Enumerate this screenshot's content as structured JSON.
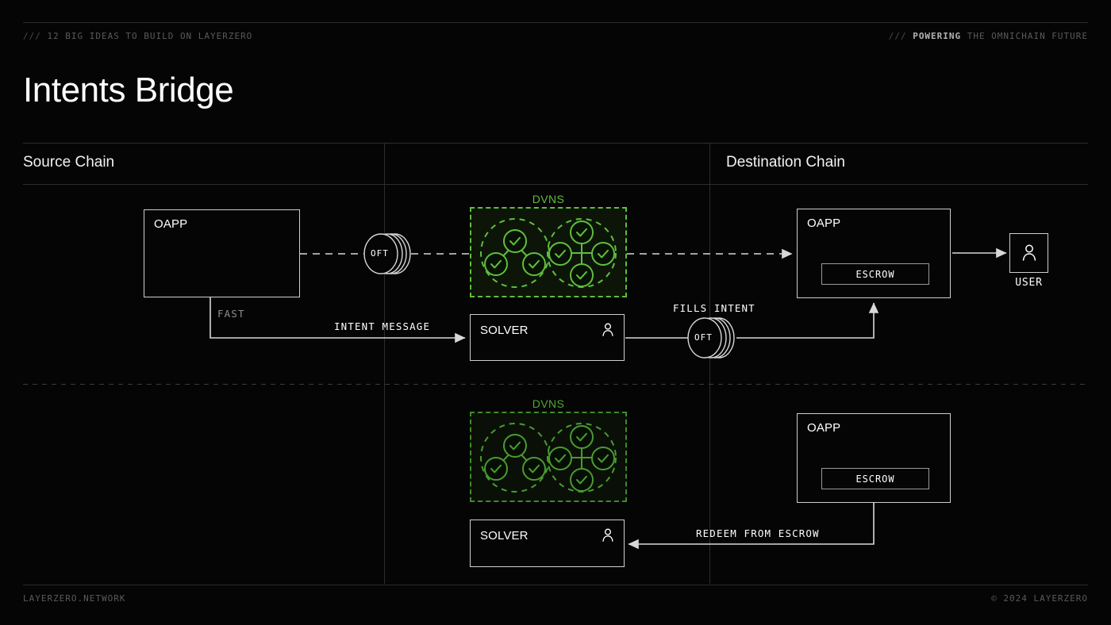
{
  "header": {
    "left_slashes": "///",
    "left_text": "12 BIG IDEAS TO BUILD ON LAYERZERO",
    "right_slashes": "///",
    "right_strong": "POWERING",
    "right_rest": "THE OMNICHAIN FUTURE"
  },
  "footer": {
    "left": "LAYERZERO.NETWORK",
    "right": "© 2024 LAYERZERO"
  },
  "title": "Intents Bridge",
  "columns": {
    "source": "Source Chain",
    "destination": "Destination Chain"
  },
  "colors": {
    "background": "#050505",
    "stroke": "#cfcfcf",
    "accent_green": "#5fbf3d",
    "accent_green_dim": "#3f8c2a",
    "rule": "#2d2d2d",
    "dim_text": "#8e8e8e"
  },
  "top_flow": {
    "source_oapp": {
      "title": "OAPP"
    },
    "oft_token": {
      "label": "OFT"
    },
    "dvns": {
      "title": "DVNS"
    },
    "dest_oapp": {
      "title": "OAPP",
      "escrow": "ESCROW"
    },
    "user": {
      "caption": "USER",
      "icon": "person-icon"
    },
    "fast_label": "FAST",
    "intent_message_label": "INTENT MESSAGE",
    "solver": {
      "title": "SOLVER",
      "icon": "person-icon"
    },
    "fills_intent_label": "FILLS INTENT",
    "fills_oft_token": {
      "label": "OFT"
    }
  },
  "bottom_flow": {
    "dvns": {
      "title": "DVNS"
    },
    "solver": {
      "title": "SOLVER",
      "icon": "person-icon"
    },
    "dest_oapp": {
      "title": "OAPP",
      "escrow": "ESCROW"
    },
    "redeem_label": "REDEEM FROM ESCROW"
  }
}
